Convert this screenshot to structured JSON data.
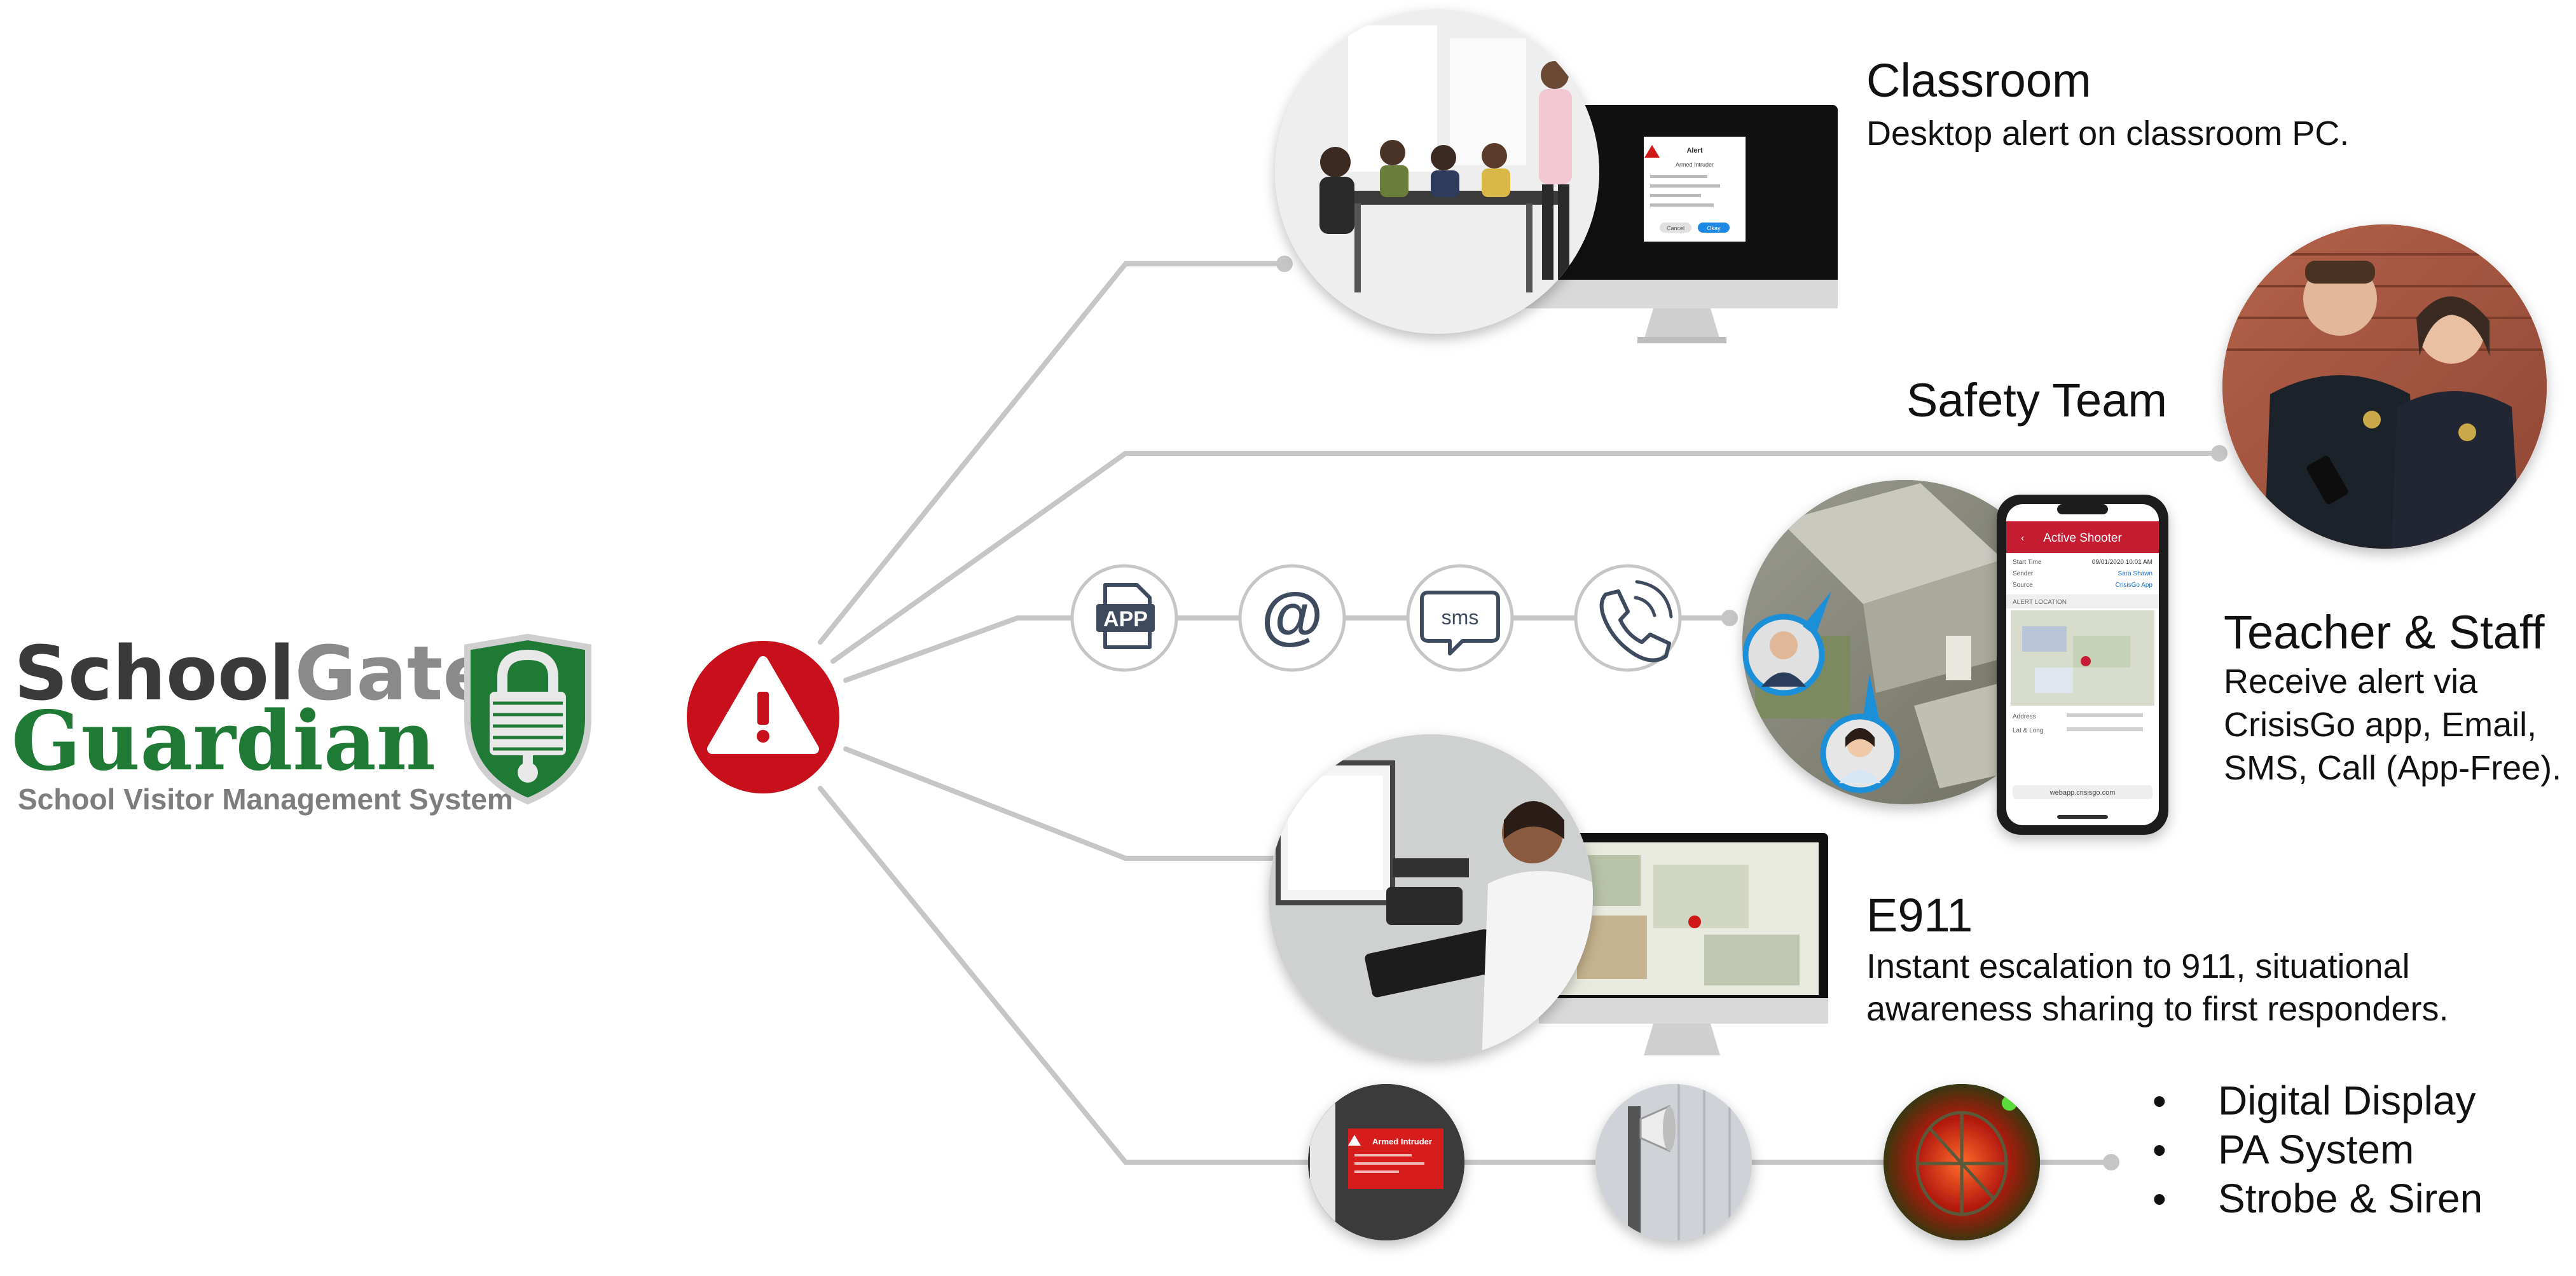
{
  "logo": {
    "word1a": "School",
    "word1b": "Gate",
    "word2": "Guardian",
    "tagline": "School Visitor Management System",
    "colors": {
      "dark": "#3a3a3a",
      "green": "#1f7a35",
      "gray": "#8a8a8a"
    }
  },
  "hub": {
    "icon": "warning-triangle-icon",
    "color": "#c8101c"
  },
  "channels": {
    "classroom": {
      "title": "Classroom",
      "desc": "Desktop alert on classroom PC.",
      "screen": {
        "title": "Alert",
        "subtitle": "Armed Intruder",
        "cancel": "Cancel",
        "ok": "Okay"
      }
    },
    "safety": {
      "title": "Safety Team"
    },
    "teacher": {
      "title": "Teacher & Staff",
      "desc1": "Receive alert via",
      "desc2": "CrisisGo app, Email,",
      "desc3": "SMS, Call (App-Free).",
      "icons": [
        "app-icon",
        "email-at-icon",
        "sms-icon",
        "phone-call-icon"
      ],
      "icon_texts": {
        "app": "APP",
        "at": "@",
        "sms": "sms"
      },
      "phone": {
        "header": "Active Shooter",
        "rows": [
          {
            "label": "Start Time",
            "value": "09/01/2020 10:01 AM"
          },
          {
            "label": "Sender",
            "value": "Sara Shawn"
          },
          {
            "label": "Source",
            "value": "CrisisGo App"
          }
        ],
        "location_label": "ALERT LOCATION",
        "address_label": "Address",
        "latlong_label": "Lat & Long",
        "url": "webapp.crisisgo.com"
      }
    },
    "e911": {
      "title": "E911",
      "desc1": "Instant escalation to 911, situational",
      "desc2": "awareness sharing to first responders."
    },
    "devices": {
      "items": [
        "Digital Display",
        "PA System",
        "Strobe & Siren"
      ],
      "bullet": "•",
      "display_text": "Armed Intruder"
    }
  },
  "colors": {
    "line": "#c6c6c6",
    "accent_red": "#c8101c",
    "text": "#111111"
  }
}
